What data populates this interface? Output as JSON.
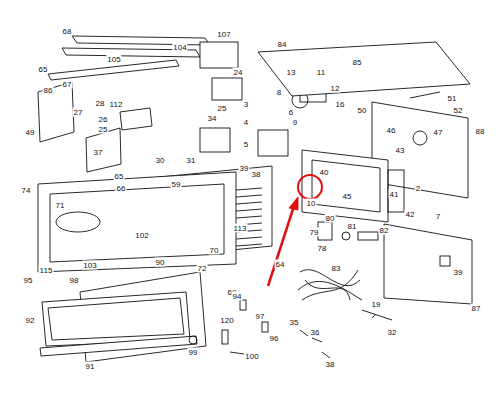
{
  "diagram": {
    "labels": [
      "68",
      "104",
      "105",
      "65",
      "67",
      "107",
      "84",
      "85",
      "24",
      "13",
      "11",
      "8",
      "12",
      "51",
      "52",
      "86",
      "27",
      "28",
      "26",
      "25",
      "112",
      "25",
      "3",
      "6",
      "16",
      "50",
      "49",
      "46",
      "47",
      "88",
      "37",
      "34",
      "4",
      "5",
      "9",
      "43",
      "30",
      "31",
      "65",
      "66",
      "59",
      "38",
      "39",
      "10",
      "40",
      "45",
      "41",
      "42",
      "2",
      "74",
      "71",
      "113",
      "102",
      "70",
      "7",
      "80",
      "79",
      "81",
      "82",
      "78",
      "39",
      "64",
      "72",
      "69",
      "83",
      "115",
      "98",
      "103",
      "95",
      "92",
      "91",
      "94",
      "97",
      "96",
      "90",
      "99",
      "120",
      "100",
      "35",
      "36",
      "38",
      "19",
      "32",
      "87"
    ]
  }
}
